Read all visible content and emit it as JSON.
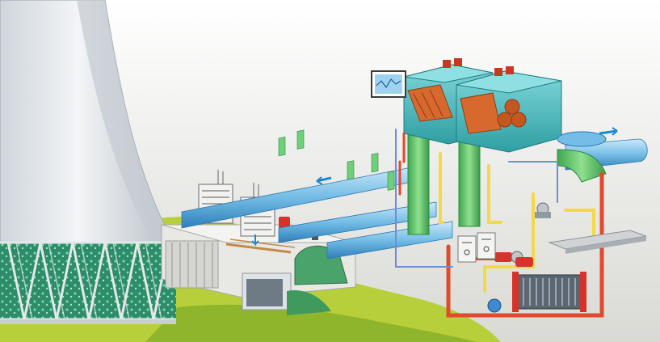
{
  "scene": {
    "colors": {
      "background_top": "#ffffff",
      "background_bottom": "#d9dad4",
      "cooling_tower": "#e9ecef",
      "tower_shade": "#b9c0c7",
      "tower_lattice_bg": "#2e7d6b",
      "grass": "#b7cf3a",
      "grass_dark": "#6f9a23",
      "pipe_blue": "#67b7e3",
      "pipe_blue_dark": "#2c79b6",
      "pipe_green": "#6fd07a",
      "pipe_red": "#e24a30",
      "pipe_yellow": "#f3d94a",
      "condenser_teal": "#53c3c6",
      "condenser_core": "#d8692e",
      "concrete": "#e8e8e4",
      "flow_arrow": "#1e88d6"
    },
    "components": {
      "cooling_tower": "cooling-tower",
      "screens": "intake-screens",
      "condenser": "condenser-modules",
      "heat_exchanger": "plate-heat-exchanger",
      "monitor": "control-monitor",
      "pumps": "pump-units"
    }
  }
}
